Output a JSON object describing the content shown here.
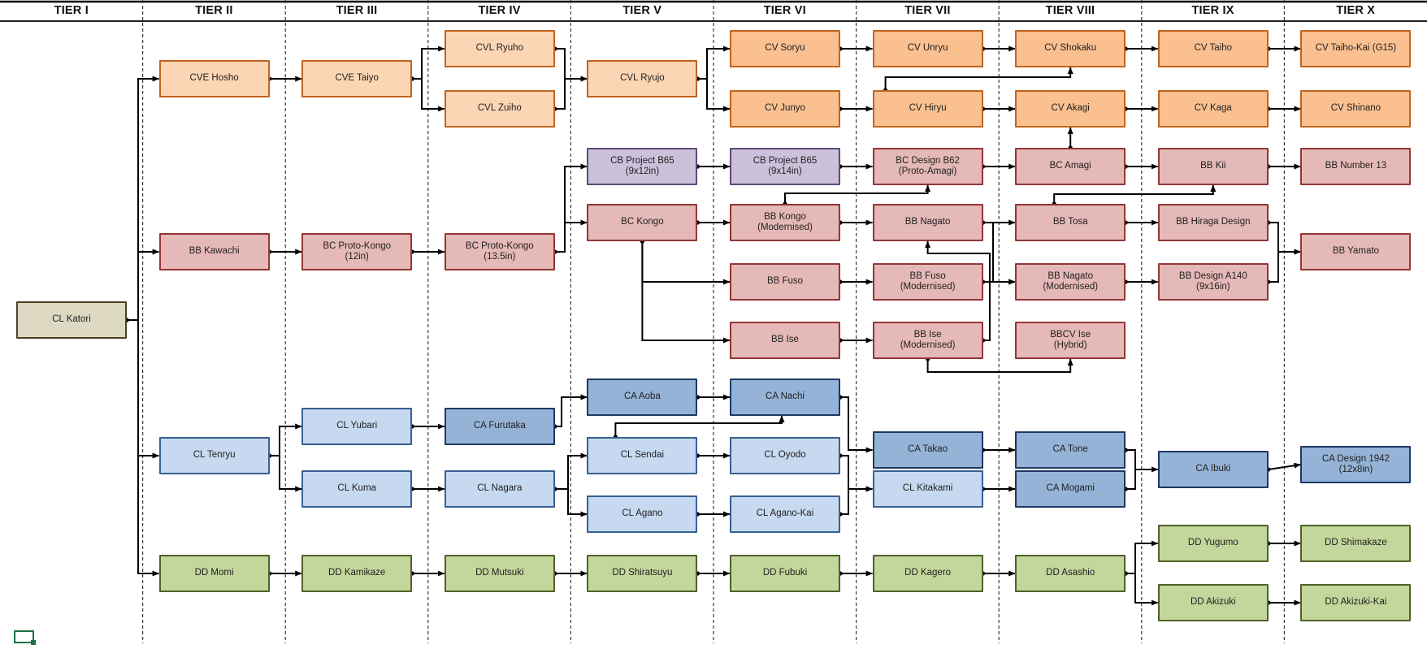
{
  "header": {
    "tiers": [
      "TIER I",
      "TIER II",
      "TIER III",
      "TIER IV",
      "TIER V",
      "TIER VI",
      "TIER VII",
      "TIER VIII",
      "TIER IX",
      "TIER X"
    ]
  },
  "palette": {
    "background": "#FFFFFF",
    "connector_line": "#000000",
    "grid_dash_line": "#3A3A3A",
    "header_rule": "#000000",
    "text": "#1F1F1F",
    "excel_selection_green": "#1E7145",
    "styles": {
      "carrier_light": {
        "fill": "#FCD5B4",
        "border": "#C0641E"
      },
      "carrier": {
        "fill": "#FAC090",
        "border": "#C0641E"
      },
      "capital": {
        "fill": "#E5B9B7",
        "border": "#943634"
      },
      "project": {
        "fill": "#CCC1DA",
        "border": "#5F497A"
      },
      "heavy_cruiser": {
        "fill": "#95B3D7",
        "border": "#1F3864"
      },
      "light_cruiser": {
        "fill": "#C6D9F0",
        "border": "#376092"
      },
      "destroyer": {
        "fill": "#C3D69B",
        "border": "#4F6228"
      },
      "start": {
        "fill": "#DDD9C3",
        "border": "#45412A"
      }
    }
  },
  "diagram": {
    "nodes": [
      {
        "id": "katori",
        "label": "CL Katori",
        "tier": 1,
        "row": "start",
        "style": "start"
      },
      {
        "id": "hosho",
        "label": "CVE Hosho",
        "tier": 2,
        "row": "cv2",
        "style": "carrier_light"
      },
      {
        "id": "taiyo",
        "label": "CVE Taiyo",
        "tier": 3,
        "row": "cv2",
        "style": "carrier_light"
      },
      {
        "id": "ryuho",
        "label": "CVL Ryuho",
        "tier": 4,
        "row": "cv1",
        "style": "carrier_light"
      },
      {
        "id": "zuiho",
        "label": "CVL Zuiho",
        "tier": 4,
        "row": "cv3",
        "style": "carrier_light"
      },
      {
        "id": "ryujo",
        "label": "CVL Ryujo",
        "tier": 5,
        "row": "cv2",
        "style": "carrier_light"
      },
      {
        "id": "soryu",
        "label": "CV Soryu",
        "tier": 6,
        "row": "cv1",
        "style": "carrier"
      },
      {
        "id": "junyo",
        "label": "CV Junyo",
        "tier": 6,
        "row": "cv3",
        "style": "carrier"
      },
      {
        "id": "unryu",
        "label": "CV Unryu",
        "tier": 7,
        "row": "cv1",
        "style": "carrier"
      },
      {
        "id": "hiryu",
        "label": "CV Hiryu",
        "tier": 7,
        "row": "cv3",
        "style": "carrier"
      },
      {
        "id": "shokaku",
        "label": "CV Shokaku",
        "tier": 8,
        "row": "cv1",
        "style": "carrier"
      },
      {
        "id": "akagi",
        "label": "CV Akagi",
        "tier": 8,
        "row": "cv3",
        "style": "carrier"
      },
      {
        "id": "taiho",
        "label": "CV Taiho",
        "tier": 9,
        "row": "cv1",
        "style": "carrier"
      },
      {
        "id": "kaga",
        "label": "CV Kaga",
        "tier": 9,
        "row": "cv3",
        "style": "carrier"
      },
      {
        "id": "taihokai",
        "label": "CV Taiho-Kai (G15)",
        "tier": 10,
        "row": "cv1",
        "style": "carrier"
      },
      {
        "id": "shinano",
        "label": "CV Shinano",
        "tier": 10,
        "row": "cv3",
        "style": "carrier"
      },
      {
        "id": "kawachi",
        "label": "BB Kawachi",
        "tier": 2,
        "row": "cap3",
        "style": "capital"
      },
      {
        "id": "pk12",
        "label": "BC Proto-Kongo",
        "sub": "(12in)",
        "tier": 3,
        "row": "cap3",
        "style": "capital"
      },
      {
        "id": "pk135",
        "label": "BC Proto-Kongo",
        "sub": "(13.5in)",
        "tier": 4,
        "row": "cap3",
        "style": "capital"
      },
      {
        "id": "b65a",
        "label": "CB Project B65",
        "sub": "(9x12in)",
        "tier": 5,
        "row": "cap1",
        "style": "project"
      },
      {
        "id": "b65b",
        "label": "CB Project B65",
        "sub": "(9x14in)",
        "tier": 6,
        "row": "cap1",
        "style": "project"
      },
      {
        "id": "b62",
        "label": "BC Design B62",
        "sub": "(Proto-Amagi)",
        "tier": 7,
        "row": "cap1",
        "style": "capital"
      },
      {
        "id": "amagi",
        "label": "BC Amagi",
        "tier": 8,
        "row": "cap1",
        "style": "capital"
      },
      {
        "id": "kii",
        "label": "BB Kii",
        "tier": 9,
        "row": "cap1",
        "style": "capital"
      },
      {
        "id": "no13",
        "label": "BB Number 13",
        "tier": 10,
        "row": "cap1",
        "style": "capital"
      },
      {
        "id": "kongo",
        "label": "BC Kongo",
        "tier": 5,
        "row": "cap2",
        "style": "capital"
      },
      {
        "id": "kongomod",
        "label": "BB Kongo",
        "sub": "(Modernised)",
        "tier": 6,
        "row": "cap2",
        "style": "capital"
      },
      {
        "id": "nagato",
        "label": "BB Nagato",
        "tier": 7,
        "row": "cap2",
        "style": "capital"
      },
      {
        "id": "tosa",
        "label": "BB Tosa",
        "tier": 8,
        "row": "cap2",
        "style": "capital"
      },
      {
        "id": "hiraga",
        "label": "BB Hiraga Design",
        "tier": 9,
        "row": "cap2",
        "style": "capital"
      },
      {
        "id": "fuso",
        "label": "BB Fuso",
        "tier": 6,
        "row": "cap4",
        "style": "capital"
      },
      {
        "id": "fusomod",
        "label": "BB Fuso",
        "sub": "(Modernised)",
        "tier": 7,
        "row": "cap4",
        "style": "capital"
      },
      {
        "id": "nagatomod",
        "label": "BB Nagato",
        "sub": "(Modernised)",
        "tier": 8,
        "row": "cap4",
        "style": "capital"
      },
      {
        "id": "a140",
        "label": "BB Design A140",
        "sub": "(9x16in)",
        "tier": 9,
        "row": "cap4",
        "style": "capital"
      },
      {
        "id": "yamato",
        "label": "BB Yamato",
        "tier": 10,
        "row": "cap3",
        "style": "capital"
      },
      {
        "id": "ise",
        "label": "BB Ise",
        "tier": 6,
        "row": "cap5",
        "style": "capital"
      },
      {
        "id": "isemod",
        "label": "BB Ise",
        "sub": "(Modernised)",
        "tier": 7,
        "row": "cap5",
        "style": "capital"
      },
      {
        "id": "bbcv",
        "label": "BBCV Ise",
        "sub": "(Hybrid)",
        "tier": 8,
        "row": "cap5",
        "style": "capital"
      },
      {
        "id": "tenryu",
        "label": "CL Tenryu",
        "tier": 2,
        "row": "cr1",
        "style": "light_cruiser"
      },
      {
        "id": "yubari",
        "label": "CL Yubari",
        "tier": 3,
        "row": "ca2",
        "style": "light_cruiser"
      },
      {
        "id": "kuma",
        "label": "CL Kuma",
        "tier": 3,
        "row": "cr2",
        "style": "light_cruiser"
      },
      {
        "id": "furutaka",
        "label": "CA Furutaka",
        "tier": 4,
        "row": "ca2",
        "style": "heavy_cruiser"
      },
      {
        "id": "nagara",
        "label": "CL Nagara",
        "tier": 4,
        "row": "cr2",
        "style": "light_cruiser"
      },
      {
        "id": "aoba",
        "label": "CA Aoba",
        "tier": 5,
        "row": "ca1",
        "style": "heavy_cruiser"
      },
      {
        "id": "sendai",
        "label": "CL Sendai",
        "tier": 5,
        "row": "cr1",
        "style": "light_cruiser"
      },
      {
        "id": "agano",
        "label": "CL Agano",
        "tier": 5,
        "row": "cr3",
        "style": "light_cruiser"
      },
      {
        "id": "nachi",
        "label": "CA Nachi",
        "tier": 6,
        "row": "ca1",
        "style": "heavy_cruiser"
      },
      {
        "id": "oyodo",
        "label": "CL Oyodo",
        "tier": 6,
        "row": "cr1",
        "style": "light_cruiser"
      },
      {
        "id": "aganokai",
        "label": "CL Agano-Kai",
        "tier": 6,
        "row": "cr3",
        "style": "light_cruiser"
      },
      {
        "id": "takao",
        "label": "CA Takao",
        "tier": 7,
        "row": "crA",
        "style": "heavy_cruiser"
      },
      {
        "id": "kitakami",
        "label": "CL Kitakami",
        "tier": 7,
        "row": "cr2",
        "style": "light_cruiser"
      },
      {
        "id": "tone",
        "label": "CA Tone",
        "tier": 8,
        "row": "crA",
        "style": "heavy_cruiser"
      },
      {
        "id": "mogami",
        "label": "CA Mogami",
        "tier": 8,
        "row": "cr2",
        "style": "heavy_cruiser"
      },
      {
        "id": "ibuki",
        "label": "CA Ibuki",
        "tier": 9,
        "row": "ib",
        "style": "heavy_cruiser"
      },
      {
        "id": "design1942",
        "label": "CA Design 1942",
        "sub": "(12x8in)",
        "tier": 10,
        "row": "des",
        "style": "heavy_cruiser"
      },
      {
        "id": "momi",
        "label": "DD Momi",
        "tier": 2,
        "row": "dd2",
        "style": "destroyer"
      },
      {
        "id": "kamikaze",
        "label": "DD Kamikaze",
        "tier": 3,
        "row": "dd2",
        "style": "destroyer"
      },
      {
        "id": "mutsuki",
        "label": "DD Mutsuki",
        "tier": 4,
        "row": "dd2",
        "style": "destroyer"
      },
      {
        "id": "shiratsuyu",
        "label": "DD Shiratsuyu",
        "tier": 5,
        "row": "dd2",
        "style": "destroyer"
      },
      {
        "id": "fubuki",
        "label": "DD Fubuki",
        "tier": 6,
        "row": "dd2",
        "style": "destroyer"
      },
      {
        "id": "kagero",
        "label": "DD Kagero",
        "tier": 7,
        "row": "dd2",
        "style": "destroyer"
      },
      {
        "id": "asashio",
        "label": "DD Asashio",
        "tier": 8,
        "row": "dd2",
        "style": "destroyer"
      },
      {
        "id": "yugumo",
        "label": "DD Yugumo",
        "tier": 9,
        "row": "dd1",
        "style": "destroyer"
      },
      {
        "id": "akizuki",
        "label": "DD Akizuki",
        "tier": 9,
        "row": "dd3",
        "style": "destroyer"
      },
      {
        "id": "shimakaze",
        "label": "DD Shimakaze",
        "tier": 10,
        "row": "dd1",
        "style": "destroyer"
      },
      {
        "id": "akizukikai",
        "label": "DD Akizuki-Kai",
        "tier": 10,
        "row": "dd3",
        "style": "destroyer"
      }
    ],
    "edges": [
      {
        "t": "fan",
        "f": "katori",
        "targets": [
          "hosho",
          "kawachi",
          "tenryu",
          "momi"
        ],
        "bus": 170
      },
      {
        "t": "h",
        "f": "hosho",
        "o": "taiyo"
      },
      {
        "t": "fan",
        "f": "taiyo",
        "targets": [
          "ryuho",
          "zuiho"
        ],
        "bus": 519
      },
      {
        "t": "merge",
        "sources": [
          "ryuho",
          "zuiho"
        ],
        "o": "ryujo",
        "bus": 695
      },
      {
        "t": "fan",
        "f": "ryujo",
        "targets": [
          "soryu",
          "junyo"
        ],
        "bus": 870
      },
      {
        "t": "h",
        "f": "soryu",
        "o": "unryu"
      },
      {
        "t": "h",
        "f": "junyo",
        "o": "hiryu"
      },
      {
        "t": "h",
        "f": "unryu",
        "o": "shokaku"
      },
      {
        "t": "h",
        "f": "hiryu",
        "o": "akagi"
      },
      {
        "t": "h",
        "f": "shokaku",
        "o": "taiho"
      },
      {
        "t": "h",
        "f": "akagi",
        "o": "kaga"
      },
      {
        "t": "h",
        "f": "taiho",
        "o": "taihokai"
      },
      {
        "t": "h",
        "f": "kaga",
        "o": "shinano"
      },
      {
        "t": "etr",
        "f": "hiryu",
        "o": "shokaku",
        "sdx": -52,
        "midy": 95
      },
      {
        "t": "v",
        "f": "amagi",
        "o": "akagi"
      },
      {
        "t": "h",
        "f": "kawachi",
        "o": "pk12"
      },
      {
        "t": "h",
        "f": "pk12",
        "o": "pk135"
      },
      {
        "t": "fan",
        "f": "pk135",
        "targets": [
          "b65a",
          "kongo"
        ],
        "bus": 695
      },
      {
        "t": "h",
        "f": "b65a",
        "o": "b65b"
      },
      {
        "t": "h",
        "f": "b65b",
        "o": "b62"
      },
      {
        "t": "h",
        "f": "b62",
        "o": "amagi"
      },
      {
        "t": "h",
        "f": "amagi",
        "o": "kii"
      },
      {
        "t": "h",
        "f": "kii",
        "o": "no13"
      },
      {
        "t": "h",
        "f": "kongo",
        "o": "kongomod"
      },
      {
        "t": "fanb",
        "f": "kongo",
        "targets": [
          "fuso",
          "ise"
        ]
      },
      {
        "t": "etr",
        "f": "kongomod",
        "o": "b62",
        "sdx": 0,
        "midy": 238
      },
      {
        "t": "h",
        "f": "kongomod",
        "o": "nagato"
      },
      {
        "t": "h",
        "f": "nagato",
        "o": "tosa"
      },
      {
        "t": "drop",
        "f": "nagato",
        "o": "nagatomod",
        "bus": 1222
      },
      {
        "t": "h",
        "f": "fuso",
        "o": "fusomod"
      },
      {
        "t": "h",
        "f": "fusomod",
        "o": "nagatomod"
      },
      {
        "t": "h",
        "f": "ise",
        "o": "isemod"
      },
      {
        "t": "uplft",
        "f": "isemod",
        "o": "nagato",
        "outx": 1218,
        "midy": 312
      },
      {
        "t": "ebr",
        "f": "isemod",
        "o": "bbcv",
        "midy": 458
      },
      {
        "t": "etr",
        "f": "tosa",
        "o": "kii",
        "sdx": -20,
        "midy": 239
      },
      {
        "t": "h",
        "f": "tosa",
        "o": "hiraga"
      },
      {
        "t": "h",
        "f": "nagatomod",
        "o": "a140"
      },
      {
        "t": "merge",
        "sources": [
          "hiraga",
          "a140"
        ],
        "o": "yamato",
        "bus": 1573
      },
      {
        "t": "fan",
        "f": "tenryu",
        "targets": [
          "yubari",
          "kuma"
        ],
        "bus": 344
      },
      {
        "t": "h",
        "f": "yubari",
        "o": "furutaka"
      },
      {
        "t": "h",
        "f": "kuma",
        "o": "nagara"
      },
      {
        "t": "fan",
        "f": "furutaka",
        "targets": [
          "aoba"
        ],
        "bus": 691
      },
      {
        "t": "fan",
        "f": "nagara",
        "targets": [
          "sendai",
          "agano"
        ],
        "bus": 699
      },
      {
        "t": "h",
        "f": "aoba",
        "o": "nachi"
      },
      {
        "t": "etr",
        "f": "sendai",
        "o": "nachi",
        "sdx": -33,
        "tdx": -4,
        "midy": 521
      },
      {
        "t": "h",
        "f": "sendai",
        "o": "oyodo"
      },
      {
        "t": "h",
        "f": "agano",
        "o": "aganokai"
      },
      {
        "t": "drop",
        "f": "nachi",
        "o": "takao",
        "bus": 1044
      },
      {
        "t": "merge",
        "sources": [
          "oyodo",
          "aganokai"
        ],
        "o": "kitakami",
        "bus": 1044
      },
      {
        "t": "h",
        "f": "takao",
        "o": "tone"
      },
      {
        "t": "h",
        "f": "kitakami",
        "o": "mogami"
      },
      {
        "t": "merge",
        "sources": [
          "tone",
          "mogami"
        ],
        "o": "ibuki",
        "bus": 1397
      },
      {
        "t": "h",
        "f": "ibuki",
        "o": "design1942"
      },
      {
        "t": "h",
        "f": "momi",
        "o": "kamikaze"
      },
      {
        "t": "h",
        "f": "kamikaze",
        "o": "mutsuki"
      },
      {
        "t": "h",
        "f": "mutsuki",
        "o": "shiratsuyu"
      },
      {
        "t": "h",
        "f": "shiratsuyu",
        "o": "fubuki"
      },
      {
        "t": "h",
        "f": "fubuki",
        "o": "kagero"
      },
      {
        "t": "h",
        "f": "kagero",
        "o": "asashio"
      },
      {
        "t": "fan",
        "f": "asashio",
        "targets": [
          "yugumo",
          "akizuki"
        ],
        "bus": 1397
      },
      {
        "t": "h",
        "f": "yugumo",
        "o": "shimakaze"
      },
      {
        "t": "h",
        "f": "akizuki",
        "o": "akizukikai"
      }
    ]
  }
}
